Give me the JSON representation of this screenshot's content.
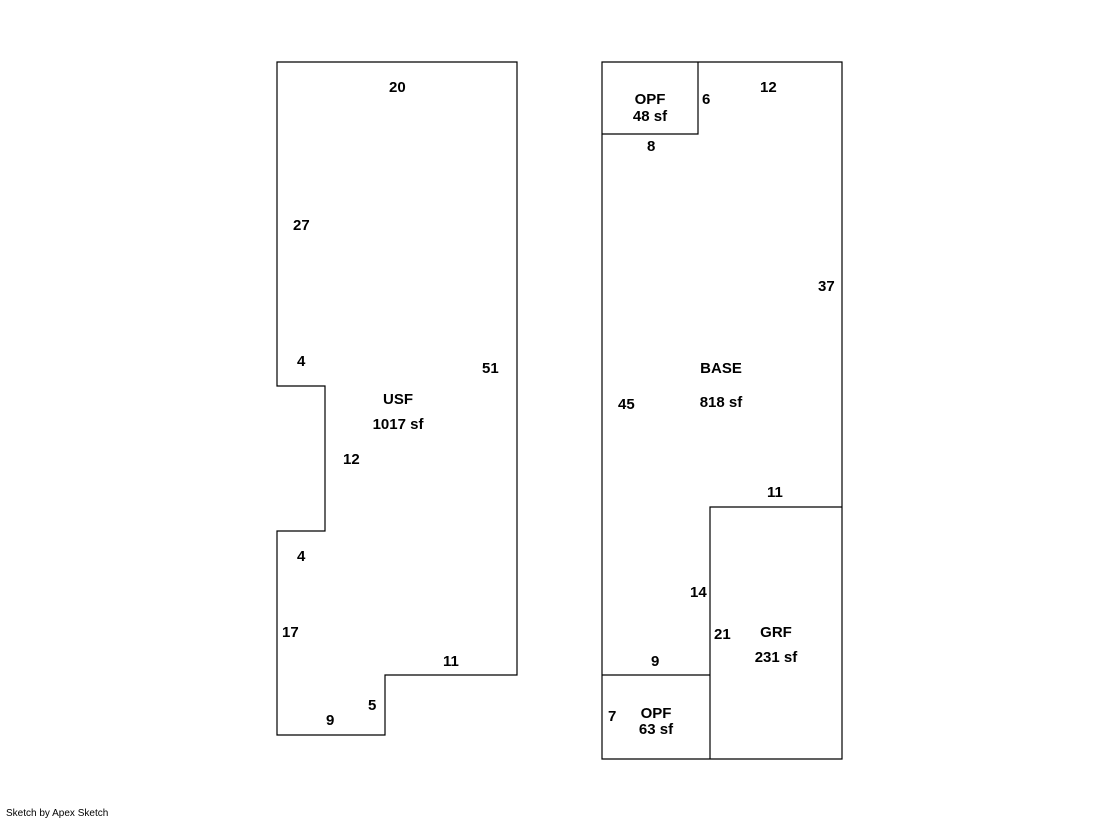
{
  "usf": {
    "name": "USF",
    "area": "1017 sf",
    "dimensions": {
      "top": "20",
      "left_upper": "27",
      "notch_top": "4",
      "notch_depth": "12",
      "notch_bottom": "4",
      "left_lower": "17",
      "bottom_left": "9",
      "step": "5",
      "bottom_right": "11",
      "right": "51"
    }
  },
  "base": {
    "name": "BASE",
    "area": "818 sf",
    "dimensions": {
      "top": "12",
      "right": "37",
      "left": "45",
      "inset_top": "11",
      "inset_side": "14",
      "bottom_edge": "9"
    }
  },
  "opf_top": {
    "name": "OPF",
    "area": "48 sf",
    "dimensions": {
      "side": "6",
      "bottom": "8"
    }
  },
  "opf_bottom": {
    "name": "OPF",
    "area": "63 sf",
    "dimensions": {
      "side": "7"
    }
  },
  "grf": {
    "name": "GRF",
    "area": "231 sf",
    "dimensions": {
      "side": "21"
    }
  },
  "footer": {
    "credit": "Sketch by Apex Sketch"
  }
}
